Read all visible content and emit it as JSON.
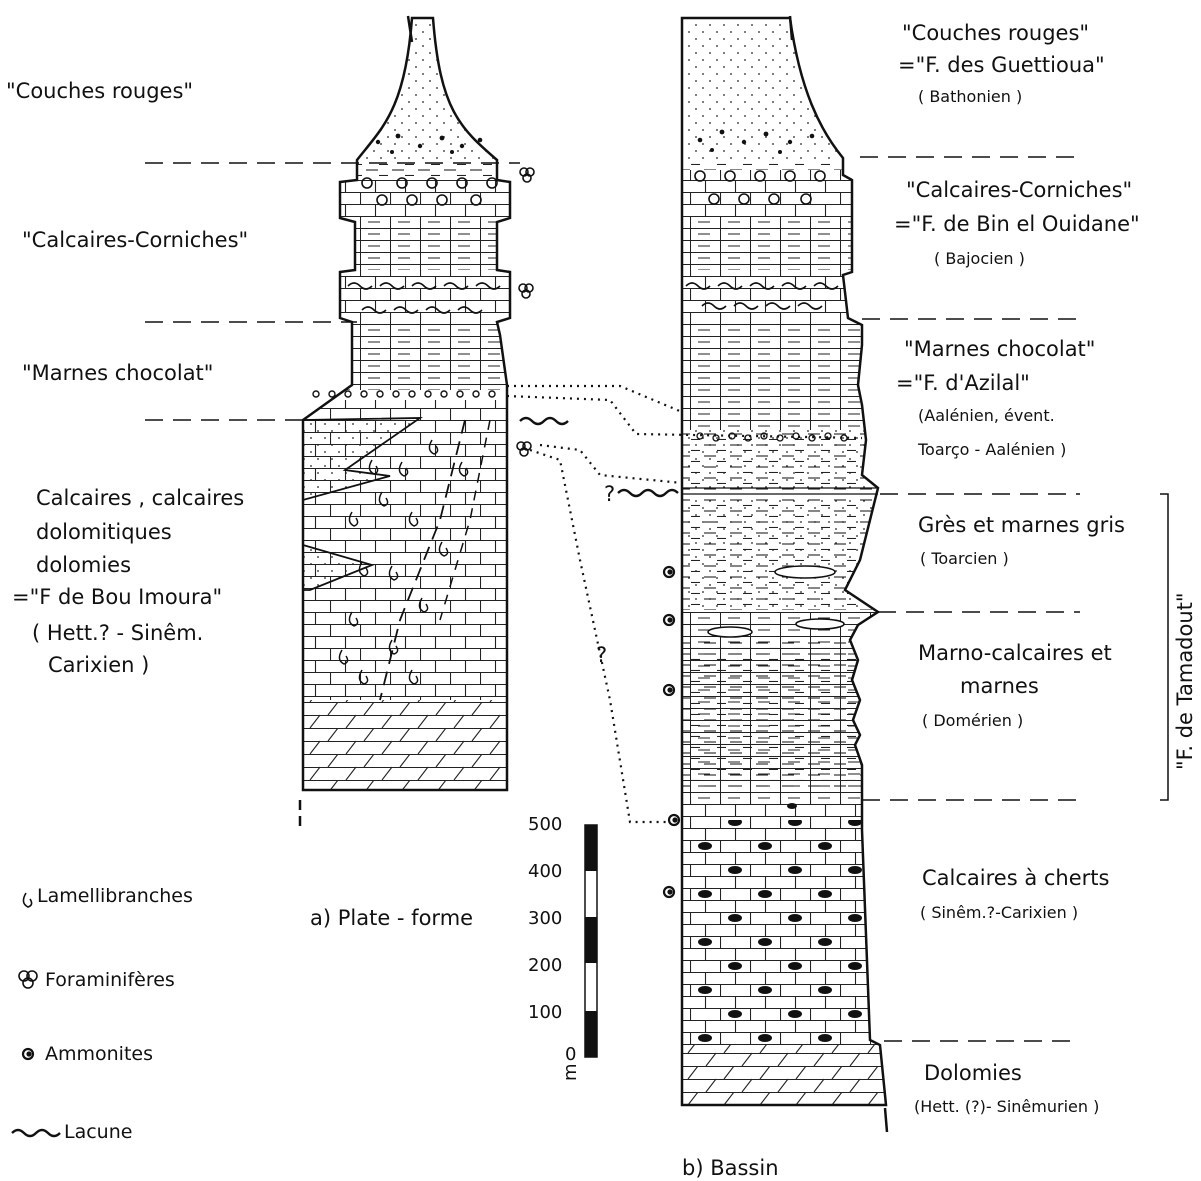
{
  "platform": {
    "title": "a) Plate - forme",
    "units": [
      {
        "name": "\"Couches rouges\""
      },
      {
        "name": "\"Calcaires-Corniches\""
      },
      {
        "name": "\"Marnes chocolat\""
      },
      {
        "lines": [
          "Calcaires , calcaires",
          "dolomitiques",
          "dolomies",
          "=\"F de Bou Imoura\"",
          "( Hett.? - Sinêm.",
          "Carixien )"
        ]
      }
    ]
  },
  "basin": {
    "title": "b) Bassin",
    "units": [
      {
        "name": "\"Couches rouges\"",
        "formation": "=\"F. des Guettioua\"",
        "age": "( Bathonien )"
      },
      {
        "name": "\"Calcaires-Corniches\"",
        "formation": "=\"F. de Bin el Ouidane\"",
        "age": "( Bajocien )"
      },
      {
        "name": "\"Marnes chocolat\"",
        "formation": "=\"F. d'Azilal\"",
        "age": [
          "(Aalénien, évent.",
          "Toarço - Aalénien )"
        ]
      },
      {
        "name": "Grès et marnes gris",
        "age": "( Toarcien )"
      },
      {
        "name": [
          "Marno-calcaires et",
          "marnes"
        ],
        "age": "( Domérien )"
      },
      {
        "name": "Calcaires à cherts",
        "age": "( Sinêm.?-Carixien )"
      },
      {
        "name": "Dolomies",
        "age": "(Hett. (?)- Sinêmurien )"
      }
    ],
    "bracket_label": "\"F. de Tamadout\""
  },
  "scale": {
    "ticks": [
      "500",
      "400",
      "300",
      "200",
      "100",
      "0"
    ],
    "unit": "m"
  },
  "legend": [
    {
      "icon": "lamellibranch-icon",
      "label": "Lamellibranches"
    },
    {
      "icon": "foraminifera-icon",
      "label": "Foraminifères"
    },
    {
      "icon": "ammonite-icon",
      "label": "Ammonites"
    },
    {
      "icon": "lacuna-icon",
      "label": "Lacune"
    }
  ],
  "question_mark": "?"
}
